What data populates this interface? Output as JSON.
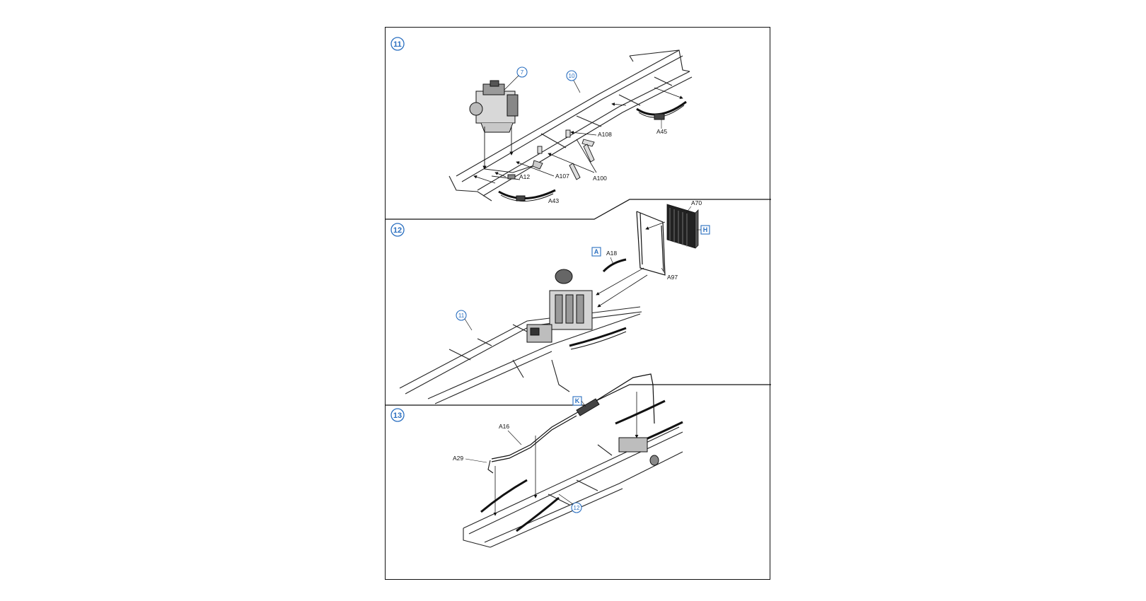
{
  "steps": [
    {
      "number": "11",
      "parts": [
        "A108",
        "A45",
        "A12",
        "A107",
        "A100",
        "A43"
      ],
      "refs": [
        "7",
        "10"
      ]
    },
    {
      "number": "12",
      "parts": [
        "A70",
        "A18",
        "A97"
      ],
      "refs": [
        "11"
      ],
      "boxes": [
        "A",
        "H"
      ]
    },
    {
      "number": "13",
      "parts": [
        "A16",
        "A29"
      ],
      "refs": [
        "12"
      ],
      "boxes": [
        "K"
      ]
    }
  ],
  "colors": {
    "accent": "#2a6fc0",
    "line": "#111111"
  }
}
